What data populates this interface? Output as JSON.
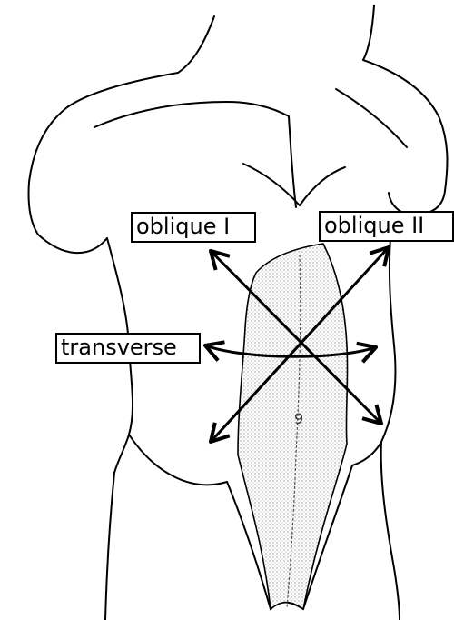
{
  "labels": {
    "oblique_1": "oblique I",
    "oblique_2": "oblique II",
    "transverse": "transverse"
  },
  "colors": {
    "outline": "#000000",
    "shading": "#bdbdbd",
    "background": "#ffffff"
  }
}
